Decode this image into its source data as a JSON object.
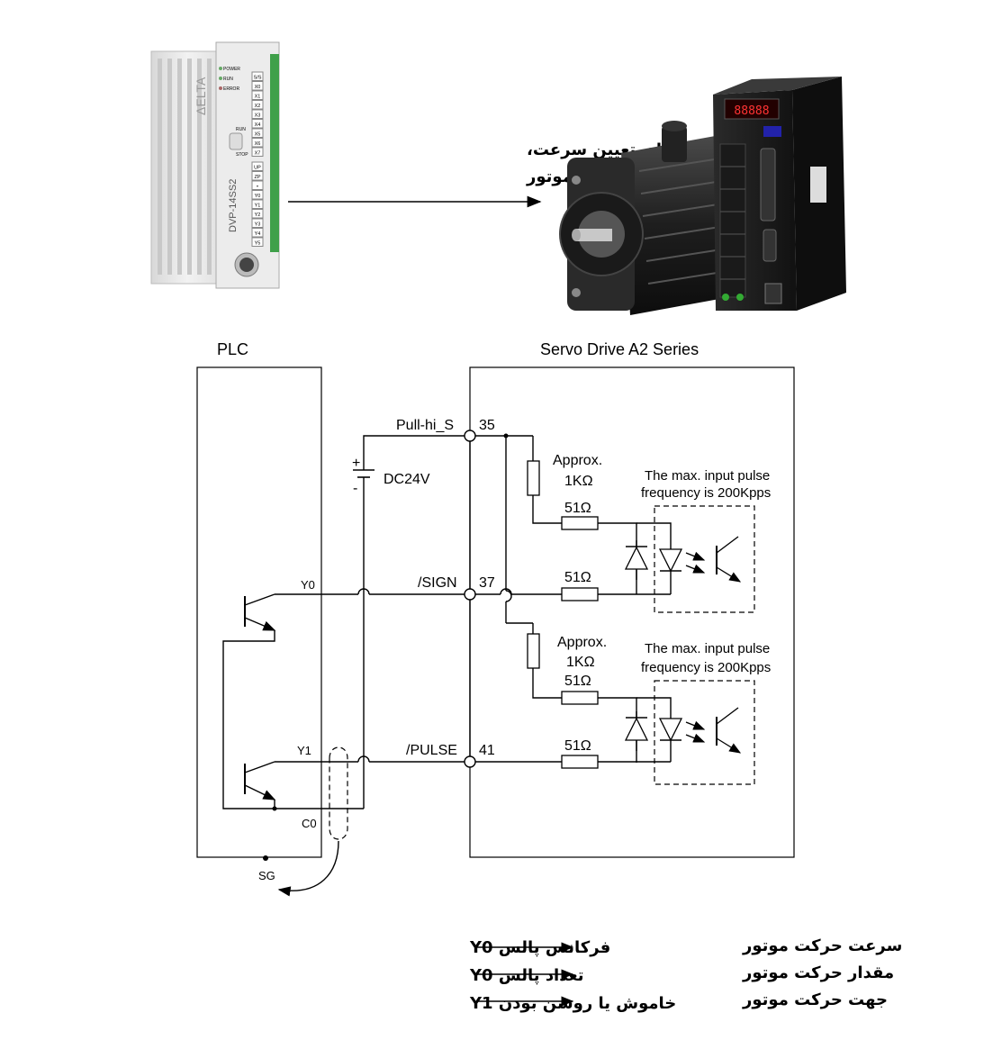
{
  "top_caption": {
    "line1": "تولید پالس برای تعیین سرعت،",
    "line2": "جهت، مقدار حرکت سروموتور"
  },
  "plc_device": {
    "model": "DVP-14SS2",
    "brand": "ΔELTA",
    "leds": [
      "POWER",
      "RUN",
      "ERROR"
    ],
    "switch_labels": [
      "RUN",
      "STOP"
    ],
    "inputs": [
      "S/S",
      "X0",
      "X1",
      "X2",
      "X3",
      "X4",
      "X5",
      "X6",
      "X7"
    ],
    "outputs": [
      "UP",
      "ZP",
      "•",
      "Y0",
      "Y1",
      "Y2",
      "Y3",
      "Y4",
      "Y5"
    ]
  },
  "drive_display": "88888",
  "schematic": {
    "plc_title": "PLC",
    "drive_title": "Servo Drive A2 Series",
    "pullhi_label": "Pull-hi_S",
    "pin_35": "35",
    "pin_37": "37",
    "pin_41": "41",
    "sign_label": "/SIGN",
    "pulse_label": "/PULSE",
    "dc_label": "DC24V",
    "plus": "+",
    "minus": "-",
    "y0": "Y0",
    "y1": "Y1",
    "c0": "C0",
    "sg": "SG",
    "approx_1": "Approx.",
    "approx_1b": "1KΩ",
    "approx_2": "Approx.",
    "approx_2b": "1KΩ",
    "r51_a": "51Ω",
    "r51_b": "51Ω",
    "r51_c": "51Ω",
    "r51_d": "51Ω",
    "note1_line1": "The max. input pulse",
    "note1_line2": "frequency is 200Kpps",
    "note2_line1": "The max. input pulse",
    "note2_line2": "frequency is 200Kpps"
  },
  "mapping": [
    {
      "left": "فرکانس پالس Y0",
      "right": "سرعت حرکت موتور"
    },
    {
      "left": "تعداد پالس Y0",
      "right": "مقدار حرکت موتور"
    },
    {
      "left": "خاموش یا روشن بودن Y1",
      "right": "جهت حرکت موتور"
    }
  ]
}
